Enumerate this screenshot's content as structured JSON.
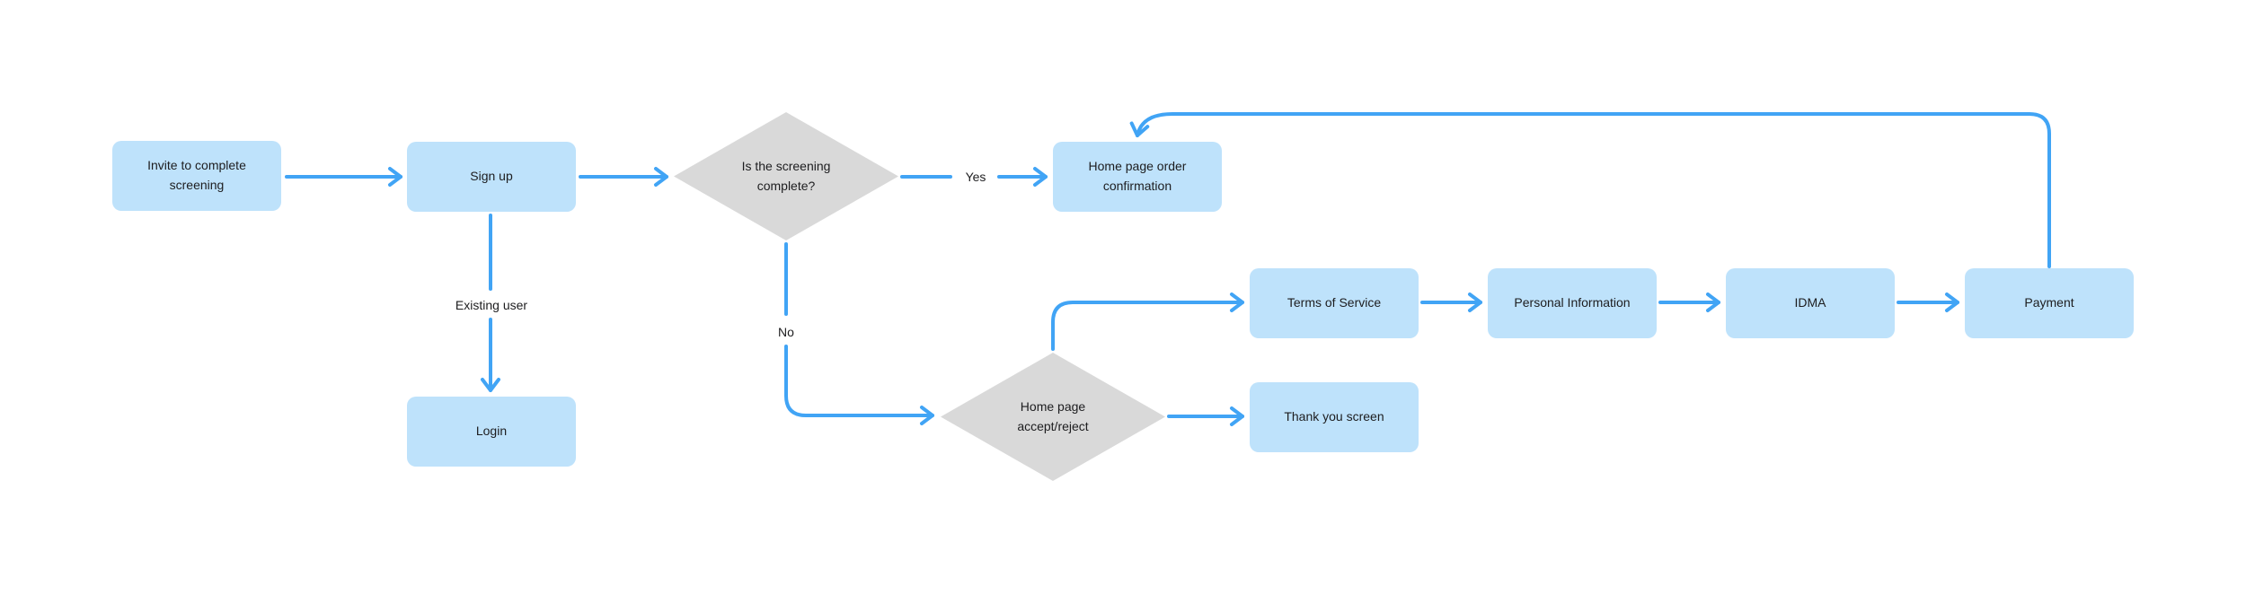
{
  "canvas": {
    "background": "#ffffff"
  },
  "colors": {
    "process_fill": "#BEE2FB",
    "decision_fill": "#D9D9D9",
    "connector": "#41A4F5",
    "text": "#1D1D1F"
  },
  "nodes": {
    "invite": {
      "type": "process",
      "label": "Invite to complete\nscreening"
    },
    "sign_up": {
      "type": "process",
      "label": "Sign up"
    },
    "screening_complete": {
      "type": "decision",
      "label": "Is the screening\ncomplete?"
    },
    "order_confirmation": {
      "type": "process",
      "label": "Home page order\nconfirmation"
    },
    "login": {
      "type": "process",
      "label": "Login"
    },
    "accept_reject": {
      "type": "decision",
      "label": "Home page\naccept/reject"
    },
    "terms": {
      "type": "process",
      "label": "Terms of Service"
    },
    "personal_info": {
      "type": "process",
      "label": "Personal Information"
    },
    "idma": {
      "type": "process",
      "label": "IDMA"
    },
    "payment": {
      "type": "process",
      "label": "Payment"
    },
    "thank_you": {
      "type": "process",
      "label": "Thank you screen"
    }
  },
  "edge_labels": {
    "yes": "Yes",
    "no": "No",
    "existing_user": "Existing user"
  }
}
